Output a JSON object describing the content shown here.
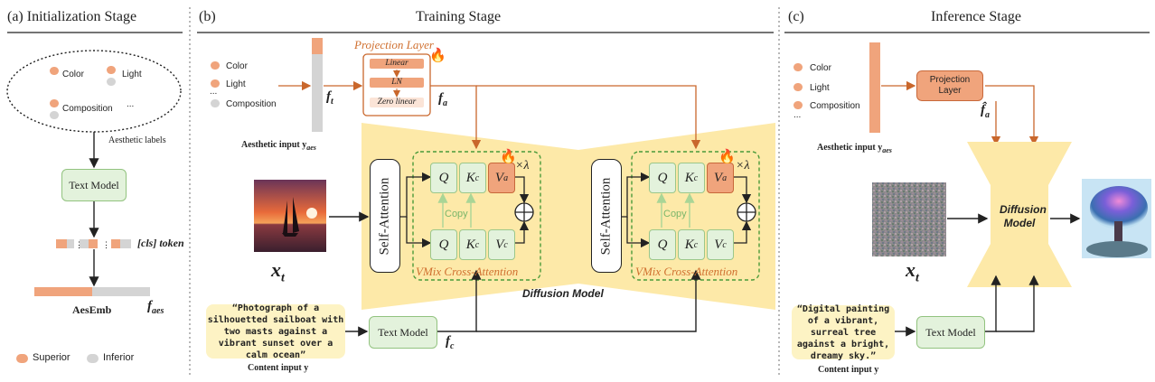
{
  "init": {
    "title": "(a)   Initialization Stage",
    "labels": [
      "Color",
      "Light",
      "Composition",
      "..."
    ],
    "aesthetic_labels": "Aesthetic labels",
    "text_model": "Text Model",
    "cls_token": "[cls] token",
    "aesemb": "AesEmb",
    "f_aes": "f",
    "f_aes_sub": "aes",
    "superior": "Superior",
    "inferior": "Inferior"
  },
  "train": {
    "title": "Training Stage",
    "tag": "(b)",
    "labels": [
      "Color",
      "Light",
      "...",
      "Composition"
    ],
    "projection_layer": "Projection Layer",
    "linear": "Linear",
    "ln": "LN",
    "zero_linear": "Zero linear",
    "f_t": "f",
    "f_t_sub": "t",
    "f_a": "f",
    "f_a_sub": "a",
    "aesthetic_input": "Aesthetic input y",
    "aesthetic_input_sub": "aes",
    "x_t": "x",
    "x_t_sub": "t",
    "self_attention": "Self-Attention",
    "q": "Q",
    "k_c": "K",
    "k_c_sub": "c",
    "v_a": "V",
    "v_a_sub": "a",
    "v_c": "V",
    "v_c_sub": "c",
    "times_lambda": "×λ",
    "copy": "Copy",
    "vmix": "VMix Cross-Attention",
    "diffusion_model": "Diffusion Model",
    "prompt": "“Photograph of a silhouetted sailboat with two masts against a vibrant sunset over a calm ocean”",
    "content_input": "Content input y",
    "text_model": "Text Model",
    "f_c": "f",
    "f_c_sub": "c"
  },
  "infer": {
    "title": "Inference Stage",
    "tag": "(c)",
    "labels": [
      "Color",
      "Light",
      "Composition",
      "..."
    ],
    "projection_layer": "Projection Layer",
    "f_a_hat": "f̂",
    "f_a_hat_sub": "a",
    "aesthetic_input": "Aesthetic input y",
    "aesthetic_input_sub": "aes",
    "x_t": "x",
    "x_t_sub": "t",
    "diffusion_model": "Diffusion Model",
    "prompt": "“Digital painting of a vibrant, surreal tree against a bright, dreamy sky.”",
    "content_input": "Content input y",
    "text_model": "Text Model"
  },
  "colors": {
    "orange": "#f0a47c",
    "gray": "#d4d4d4",
    "green": "#e3f2dc",
    "yellow": "#fde9a8",
    "arrow_orange": "#c9672c"
  }
}
